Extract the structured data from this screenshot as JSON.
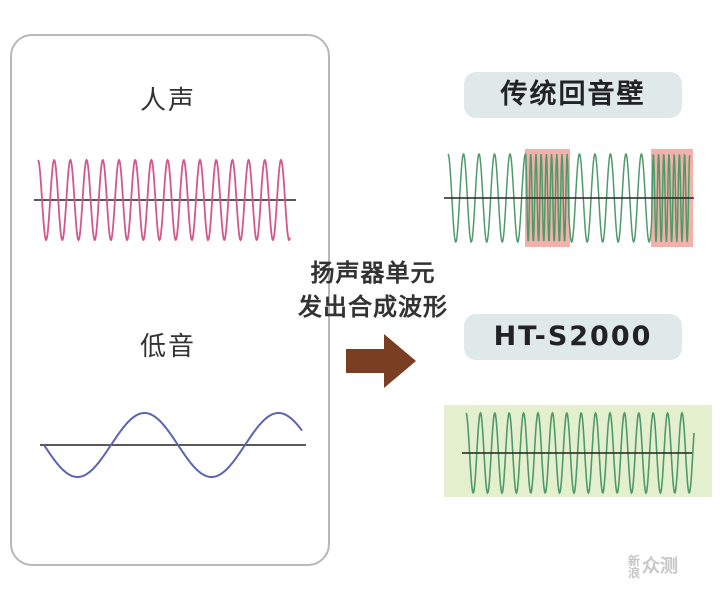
{
  "left_panel": {
    "voice_label": "人声",
    "bass_label": "低音"
  },
  "middle": {
    "line1": "扬声器单元",
    "line2": "发出合成波形"
  },
  "right": {
    "traditional_label": "传统回音壁",
    "ht_label": "HT-S2000"
  },
  "watermark": {
    "small": "新浪",
    "big": "众测"
  },
  "colors": {
    "voice_wave": "#d4578a",
    "bass_wave": "#5a64b0",
    "green_wave": "#4e9a6a",
    "highlight_red": "#f4b0aa",
    "highlight_green": "#e4efcd",
    "pill_bg": "#dfe9ea",
    "arrow": "#7a3e22"
  }
}
